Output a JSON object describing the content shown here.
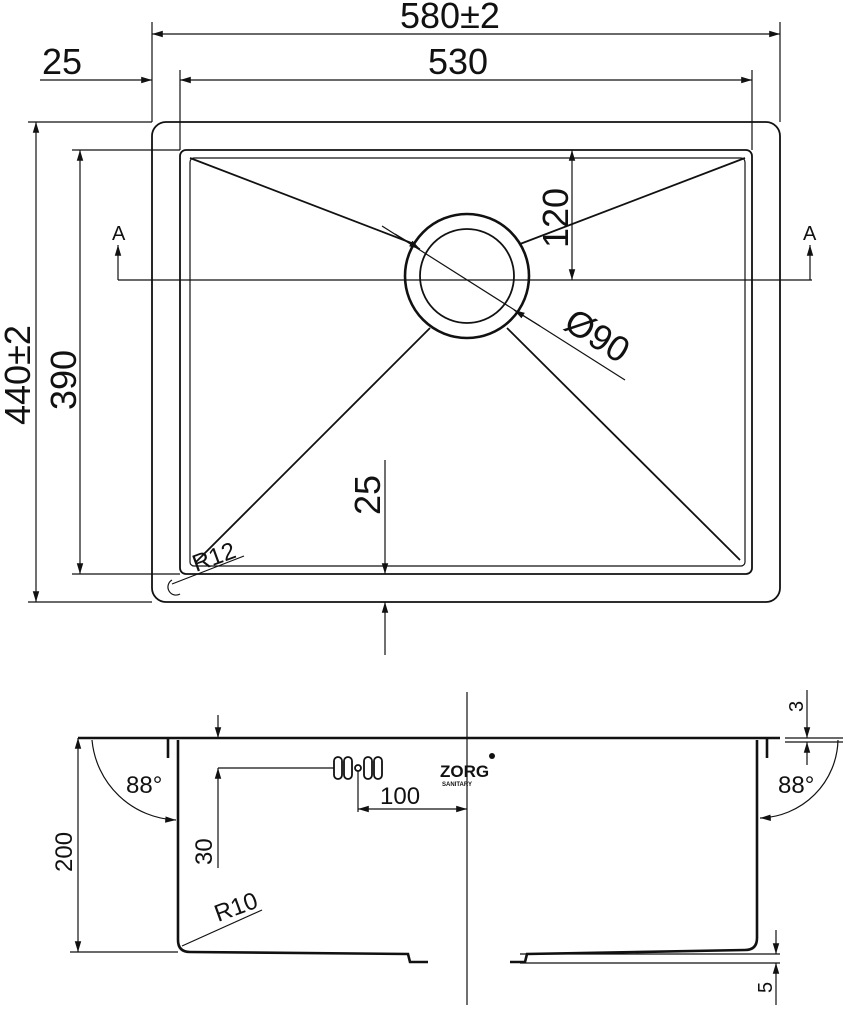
{
  "top_view": {
    "overall_width": "580±2",
    "flange": "25",
    "bowl_width": "530",
    "overall_depth": "440±2",
    "bowl_depth": "390",
    "drain_offset": "120",
    "section_left": "A",
    "section_right": "A",
    "drain_diameter": "Ø90",
    "bottom_flange": "25",
    "corner_radius": "R12"
  },
  "side_view": {
    "angle_left": "88°",
    "angle_right": "88°",
    "height": "200",
    "overflow_height": "30",
    "overflow_offset": "100",
    "bottom_radius": "R10",
    "flange_thickness": "3",
    "bottom_slope": "5"
  },
  "logo": {
    "brand": "ZORG",
    "sub": "SANITARY"
  },
  "colors": {
    "line": "#111111",
    "background": "#ffffff"
  }
}
